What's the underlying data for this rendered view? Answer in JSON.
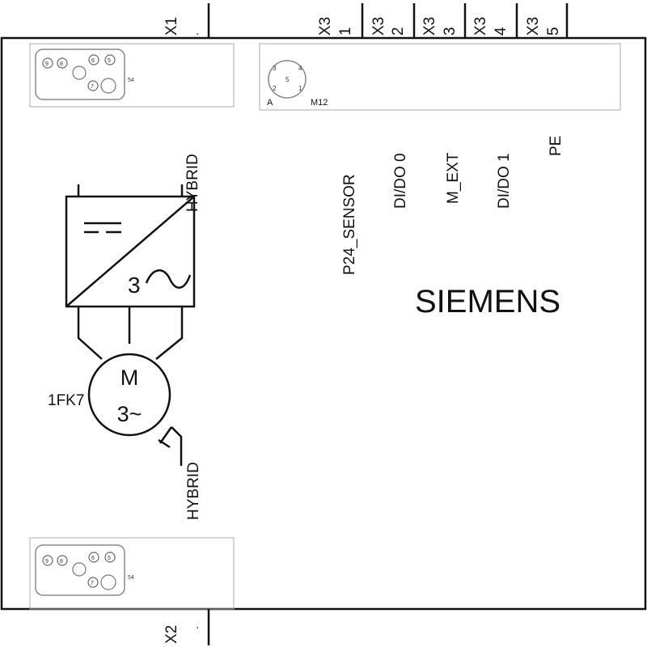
{
  "header": {
    "x1": {
      "name": "X1",
      "sub": "."
    },
    "x3_pins": [
      {
        "name": "X3",
        "pin": "1",
        "signal": "P24_SENSOR"
      },
      {
        "name": "X3",
        "pin": "2",
        "signal": "DI/DO 0"
      },
      {
        "name": "X3",
        "pin": "3",
        "signal": "M_EXT"
      },
      {
        "name": "X3",
        "pin": "4",
        "signal": "DI/DO 1"
      },
      {
        "name": "X3",
        "pin": "5",
        "signal": "PE"
      }
    ]
  },
  "footer": {
    "x2": {
      "name": "X2",
      "sub": "."
    }
  },
  "connector_hybrid": {
    "pins": [
      "9",
      "8",
      "6",
      "5",
      "7"
    ],
    "tag": "54"
  },
  "connector_m12": {
    "pins": [
      "3",
      "4",
      "5",
      "2",
      "1"
    ],
    "coding": "A",
    "type": "M12"
  },
  "converter": {
    "dc_symbol": "=",
    "ac_phases": "3",
    "ac_symbol": "~"
  },
  "motor": {
    "symbol": "M",
    "phases": "3~",
    "model": "1FK7"
  },
  "labels": {
    "hybrid_top": "HYBRID",
    "hybrid_bottom": "HYBRID",
    "brand": "SIEMENS"
  },
  "colors": {
    "line": "#111111",
    "faint": "#999999",
    "background": "#ffffff"
  }
}
